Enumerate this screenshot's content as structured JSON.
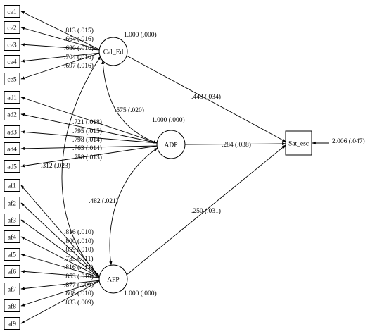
{
  "diagram": {
    "indicators": {
      "Cal_Ed": [
        "ce1",
        "ce2",
        "ce3",
        "ce4",
        "ce5"
      ],
      "ADP": [
        "ad1",
        "ad2",
        "ad3",
        "ad4",
        "ad5"
      ],
      "AFP": [
        "af1",
        "af2",
        "af3",
        "af4",
        "af5",
        "af6",
        "af7",
        "af8",
        "af9"
      ]
    },
    "latents": {
      "cal_ed": {
        "label": "Cal_Ed",
        "variance": "1.000 (.000)"
      },
      "adp": {
        "label": "ADP",
        "variance": "1.000 (.000)"
      },
      "afp": {
        "label": "AFP",
        "variance": "1.000 (.000)"
      }
    },
    "outcome": {
      "label": "Sat_esc",
      "residual": "2.006 (.047)"
    },
    "loadings": {
      "Cal_Ed": [
        ".813 (.015)",
        ".664 (.016)",
        ".680 (.016)",
        ".704 (.016)",
        ".697 (.016)"
      ],
      "ADP": [
        ".721 (.018)",
        ".795 (.015)",
        ".798 (.014)",
        ".763 (.014)",
        ".758 (.013)"
      ],
      "AFP": [
        ".816 (.010)",
        ".800 (.010)",
        ".859 (.010)",
        ".733 (.011)",
        ".816 (.011)",
        ".853 (.010)",
        ".877 (.009)",
        ".808 (.010)",
        ".833 (.009)"
      ]
    },
    "structural": {
      "cal_ed_sat": ".443 (.034)",
      "adp_sat": ".284 (.038)",
      "afp_sat": ".250 (.031)"
    },
    "correlations": {
      "cal_ed_adp": ".575 (.020)",
      "cal_ed_afp": ".312 (.023)",
      "adp_afp": ".482 (.021)"
    }
  }
}
